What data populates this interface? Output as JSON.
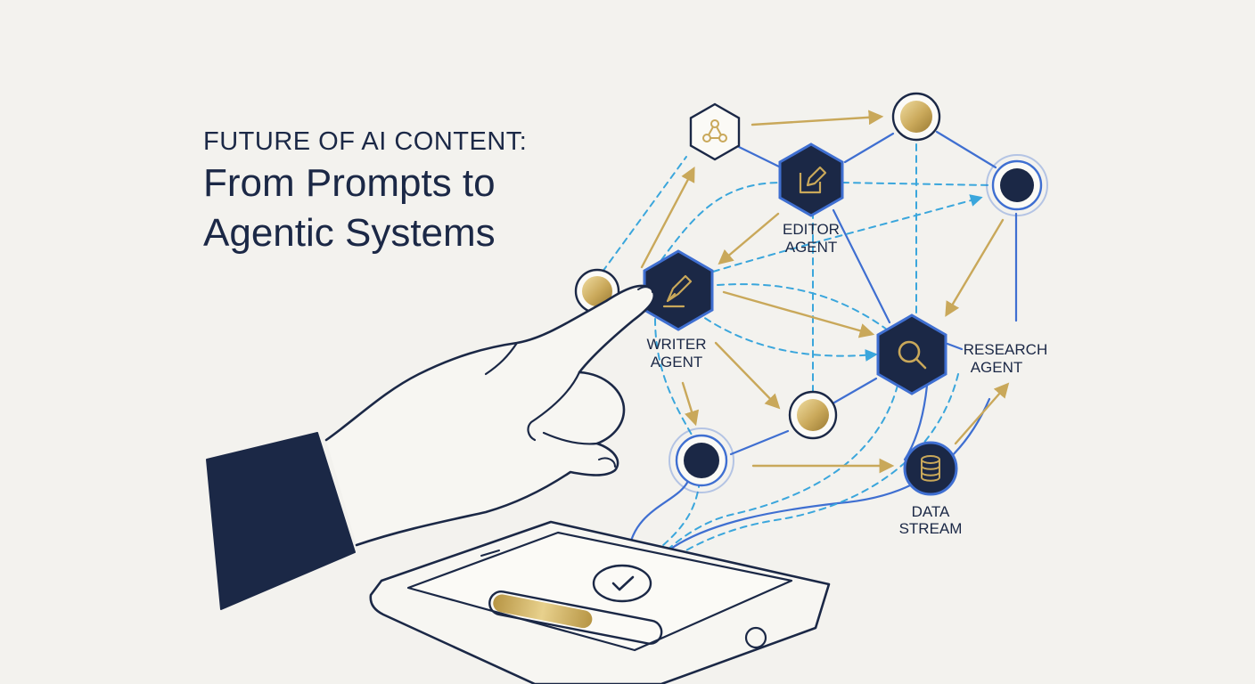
{
  "headline": {
    "kicker": "FUTURE OF AI CONTENT:",
    "title_line1": "From Prompts to",
    "title_line2": "Agentic Systems"
  },
  "nodes": {
    "editor": {
      "label_line1": "EDITOR",
      "label_line2": "AGENT",
      "icon": "edit-icon"
    },
    "writer": {
      "label_line1": "WRITER",
      "label_line2": "AGENT",
      "icon": "pen-nib-icon"
    },
    "research": {
      "label_line1": "RESEARCH",
      "label_line2": "AGENT",
      "icon": "magnifier-icon"
    },
    "data_stream": {
      "label_line1": "DATA",
      "label_line2": "STREAM",
      "icon": "database-icon"
    },
    "network": {
      "icon": "network-icon"
    }
  },
  "device": {
    "icon": "checkmark-icon",
    "progress": 0.6
  },
  "colors": {
    "navy": "#1b2846",
    "gold": "#c9a85a",
    "blue": "#3f6fd1",
    "dashed_blue": "#3aa6dc",
    "background": "#f3f2ee"
  }
}
